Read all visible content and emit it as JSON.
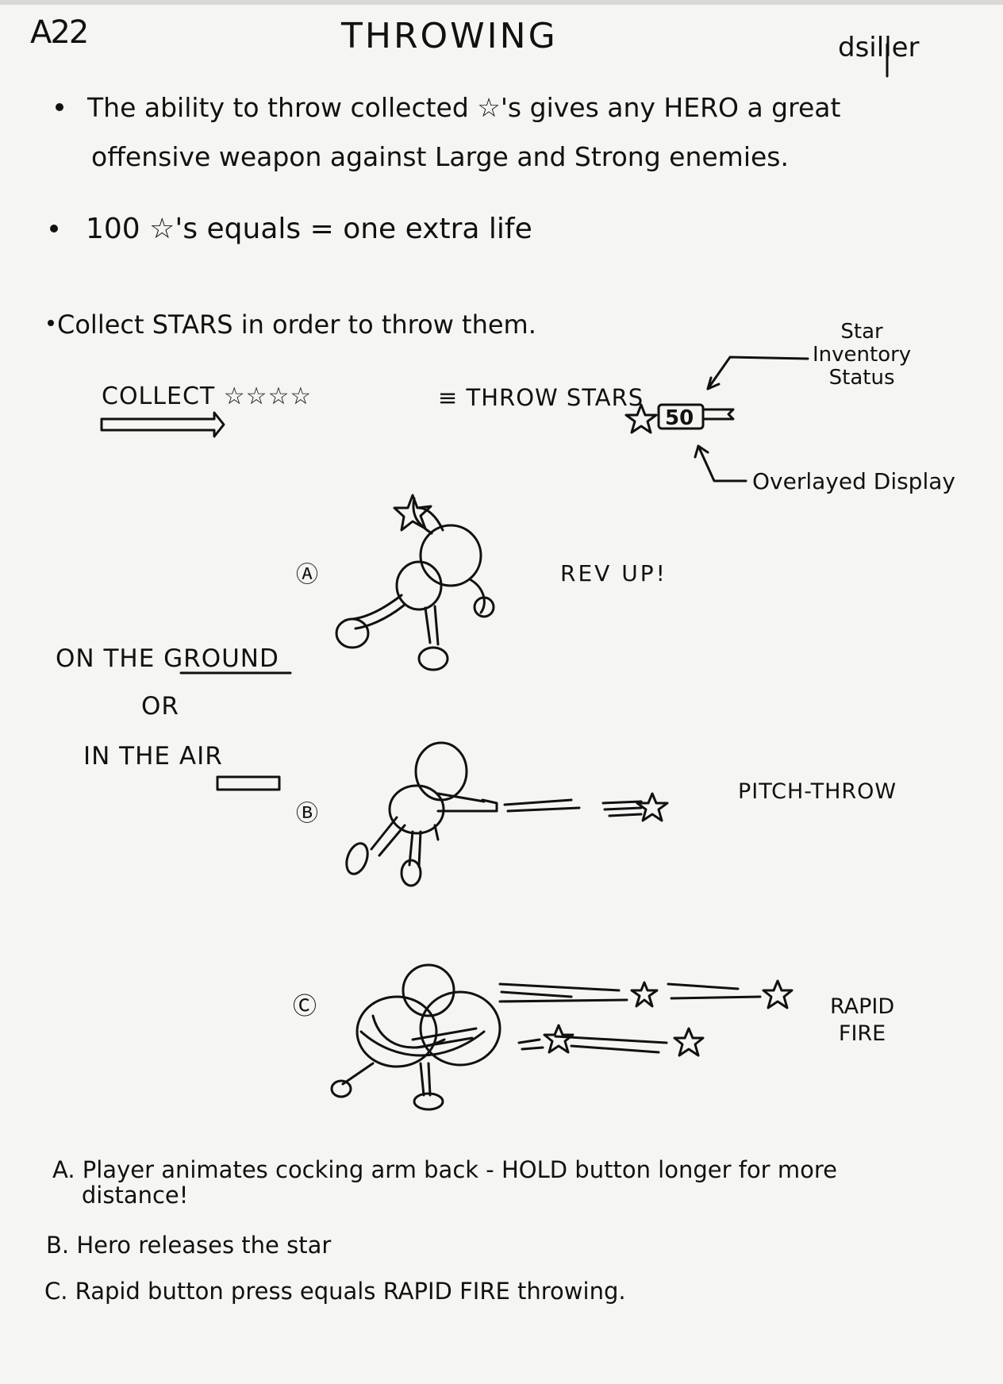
{
  "header": {
    "page_id": "A22",
    "title": "THROWING",
    "author": "dsiller"
  },
  "bullets": {
    "ability_line1": "The ability to throw collected ☆'s gives any HERO a great",
    "ability_line2": "offensive weapon against Large and Strong enemies.",
    "extra_life": "100 ☆'s equals = one extra life",
    "collect_note": "Collect STARS in order to throw them."
  },
  "diagram": {
    "collect_label": "COLLECT ☆☆☆☆",
    "throw_label": "≡ THROW STARS",
    "inventory_count": "50",
    "inventory_label": "Star\nInventory\nStatus",
    "overlay_label": "Overlayed Display"
  },
  "poses": {
    "a_marker": "Ⓐ",
    "b_marker": "Ⓑ",
    "c_marker": "Ⓒ",
    "a_label": "REV UP!",
    "b_label": "PITCH-THROW",
    "c_label": "RAPID\nFIRE",
    "ground": "ON THE GROUND",
    "or": "OR",
    "air": "IN THE AIR"
  },
  "notes": {
    "a": "A. Player animates cocking arm back - HOLD button longer for more\n    distance!",
    "b": "B. Hero releases the star",
    "c": "C. Rapid button press equals RAPID FIRE throwing."
  }
}
